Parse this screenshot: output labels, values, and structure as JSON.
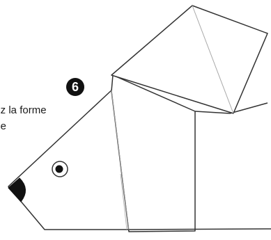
{
  "step": {
    "number": "6"
  },
  "instruction": {
    "line1": "nez la forme",
    "line2": "age"
  },
  "colors": {
    "stroke": "#333333",
    "fold_line": "#a8a8a8",
    "fill": "#ffffff",
    "ink": "#111111"
  },
  "icons": {
    "step_badge": "filled-circle-number",
    "eye": "concentric-circle-eye",
    "nose": "half-disc-nose"
  }
}
